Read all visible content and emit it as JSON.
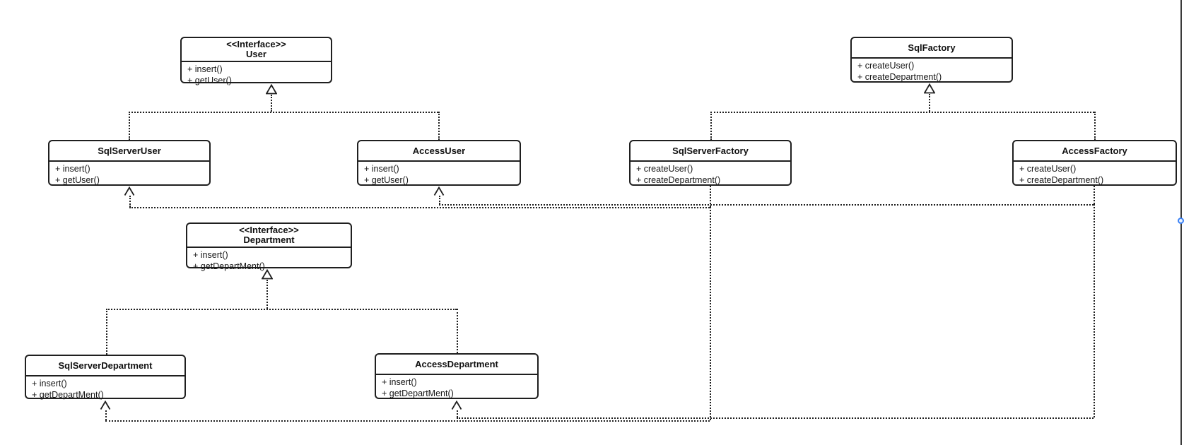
{
  "diagram": {
    "kind": "uml-class-diagram",
    "pattern": "Abstract Factory (User / Department products)"
  },
  "classes": {
    "user_interface": {
      "stereotype": "<<Interface>>",
      "name": "User",
      "methods": [
        "+ insert()",
        "+ getUser()"
      ]
    },
    "sql_factory": {
      "stereotype": "",
      "name": "SqlFactory",
      "methods": [
        "+ createUser()",
        "+ createDepartment()"
      ]
    },
    "sqlserver_user": {
      "stereotype": "",
      "name": "SqlServerUser",
      "methods": [
        "+ insert()",
        "+ getUser()"
      ]
    },
    "access_user": {
      "stereotype": "",
      "name": "AccessUser",
      "methods": [
        "+ insert()",
        "+ getUser()"
      ]
    },
    "sqlserver_factory": {
      "stereotype": "",
      "name": "SqlServerFactory",
      "methods": [
        "+ createUser()",
        "+ createDepartment()"
      ]
    },
    "access_factory": {
      "stereotype": "",
      "name": "AccessFactory",
      "methods": [
        "+ createUser()",
        "+ createDepartment()"
      ]
    },
    "department_interface": {
      "stereotype": "<<Interface>>",
      "name": "Department",
      "methods": [
        "+ insert()",
        "+ getDepartMent()"
      ]
    },
    "sqlserver_department": {
      "stereotype": "",
      "name": "SqlServerDepartment",
      "methods": [
        "+ insert()",
        "+ getDepartMent()"
      ]
    },
    "access_department": {
      "stereotype": "",
      "name": "AccessDepartment",
      "methods": [
        "+ insert()",
        "+ getDepartMent()"
      ]
    }
  },
  "relationships": {
    "realizations": [
      {
        "from": "SqlServerUser",
        "to": "User"
      },
      {
        "from": "AccessUser",
        "to": "User"
      },
      {
        "from": "SqlServerFactory",
        "to": "SqlFactory"
      },
      {
        "from": "AccessFactory",
        "to": "SqlFactory"
      },
      {
        "from": "SqlServerDepartment",
        "to": "Department"
      },
      {
        "from": "AccessDepartment",
        "to": "Department"
      }
    ],
    "dependencies": [
      {
        "from": "SqlServerFactory",
        "to": "SqlServerUser"
      },
      {
        "from": "SqlServerFactory",
        "to": "SqlServerDepartment"
      },
      {
        "from": "AccessFactory",
        "to": "AccessUser"
      },
      {
        "from": "AccessFactory",
        "to": "AccessDepartment"
      }
    ]
  },
  "colors": {
    "background": "#ffffff",
    "line": "#1f1f1f",
    "box_fill": "#ffffff",
    "box_border": "#1f1f1f",
    "canvas_edge": "#3a3a3a",
    "connection_handle": "#3b82f6"
  }
}
